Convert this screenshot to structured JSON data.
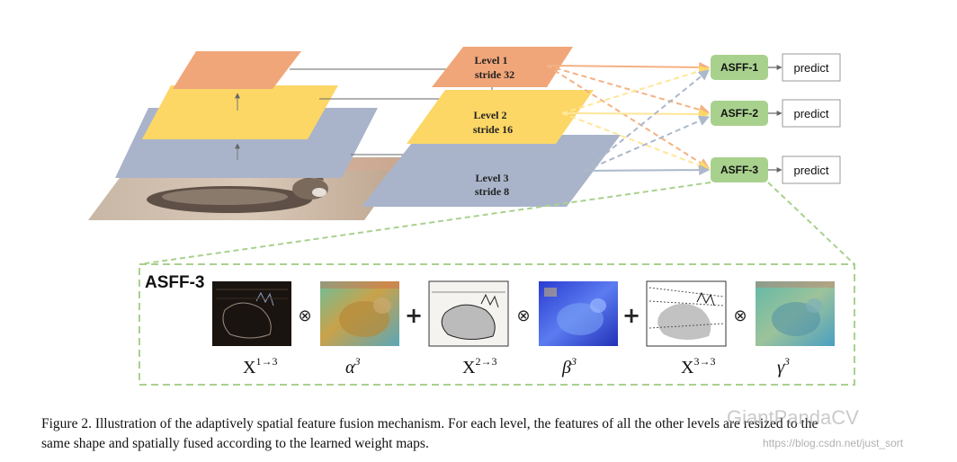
{
  "pyramid": {
    "levels": [
      {
        "id": "level-1",
        "line1": "Level 1",
        "line2": "stride 32",
        "color": "#f0a679"
      },
      {
        "id": "level-2",
        "line1": "Level 2",
        "line2": "stride 16",
        "color": "#fcd766"
      },
      {
        "id": "level-3",
        "line1": "Level 3",
        "line2": "stride 8",
        "color": "#a9b4cb"
      }
    ]
  },
  "fusion": {
    "nodes": [
      {
        "label": "ASFF-1",
        "output": "predict"
      },
      {
        "label": "ASFF-2",
        "output": "predict"
      },
      {
        "label": "ASFF-3",
        "output": "predict"
      }
    ],
    "node_color": "#a9d18e",
    "line_colors": {
      "level1": "#f4b183",
      "level2": "#ffe699",
      "level3": "#acb9ca"
    }
  },
  "panel": {
    "title": "ASFF-3",
    "border_color": "#a9d18e",
    "ops": {
      "multiply": "⊗",
      "add": "+"
    },
    "terms": [
      {
        "base": "X",
        "sup": "1→3",
        "style": "normal"
      },
      {
        "base": "α",
        "sup": "3",
        "style": "italic"
      },
      {
        "base": "X",
        "sup": "2→3",
        "style": "normal"
      },
      {
        "base": "β",
        "sup": "3",
        "style": "italic"
      },
      {
        "base": "X",
        "sup": "3→3",
        "style": "normal"
      },
      {
        "base": "γ",
        "sup": "3",
        "style": "italic"
      }
    ]
  },
  "caption": {
    "line1": "Figure 2. Illustration of the adaptively spatial feature fusion mechanism. For each level, the features of all the other levels are resized to the",
    "line2": "same shape and spatially fused according to the learned weight maps."
  },
  "watermark": {
    "brand": "GiantPandaCV",
    "url": "https://blog.csdn.net/just_sort"
  }
}
